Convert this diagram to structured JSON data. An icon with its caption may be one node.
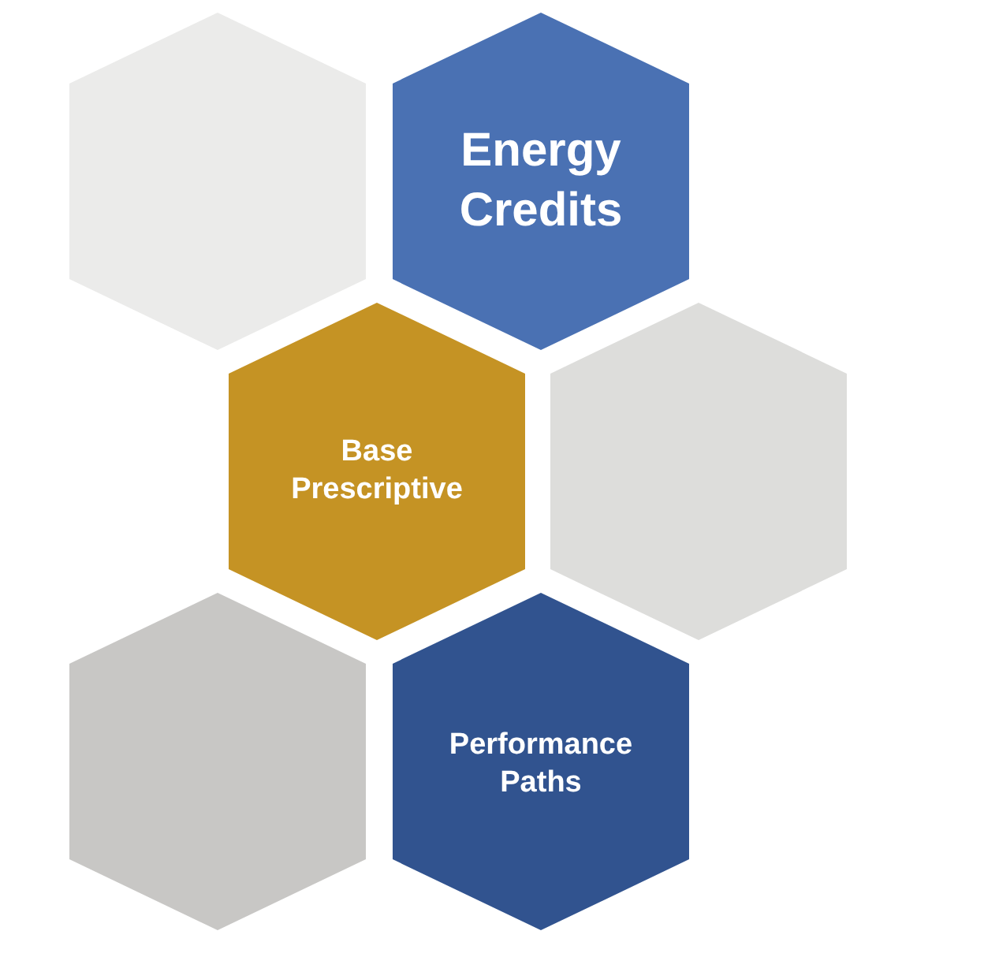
{
  "diagram": {
    "nodes": [
      {
        "text": [],
        "shape": "hexagon"
      },
      {
        "text": [
          "Energy Credits"
        ]
      },
      {
        "text": [
          "Base Prescriptive"
        ]
      },
      {
        "text": [],
        "shape": "hexagon"
      },
      {
        "text": [],
        "shape": "hexagon"
      },
      {
        "text": [
          "Performance Paths"
        ]
      }
    ]
  }
}
